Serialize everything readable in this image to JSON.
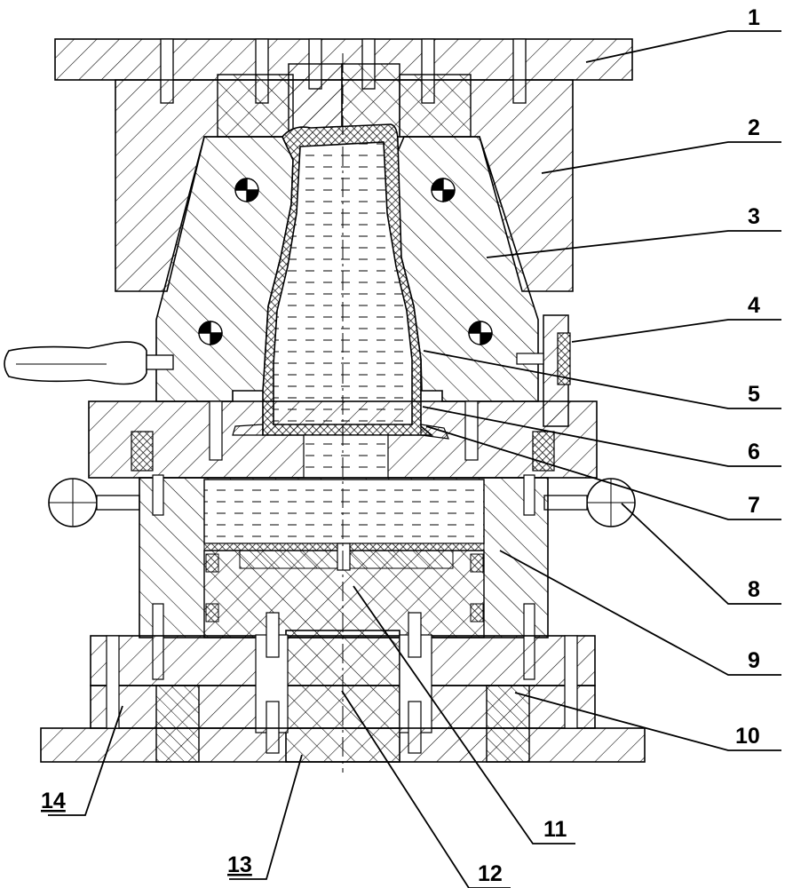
{
  "diagram": {
    "callouts": [
      {
        "id": "1",
        "text": "1"
      },
      {
        "id": "2",
        "text": "2"
      },
      {
        "id": "3",
        "text": "3"
      },
      {
        "id": "4",
        "text": "4"
      },
      {
        "id": "5",
        "text": "5"
      },
      {
        "id": "6",
        "text": "6"
      },
      {
        "id": "7",
        "text": "7"
      },
      {
        "id": "8",
        "text": "8"
      },
      {
        "id": "9",
        "text": "9"
      },
      {
        "id": "10",
        "text": "10"
      },
      {
        "id": "11",
        "text": "11"
      },
      {
        "id": "12",
        "text": "12"
      },
      {
        "id": "13",
        "text": "13"
      },
      {
        "id": "14",
        "text": "14"
      }
    ],
    "colors": {
      "line": "#000000",
      "background": "#ffffff"
    }
  }
}
